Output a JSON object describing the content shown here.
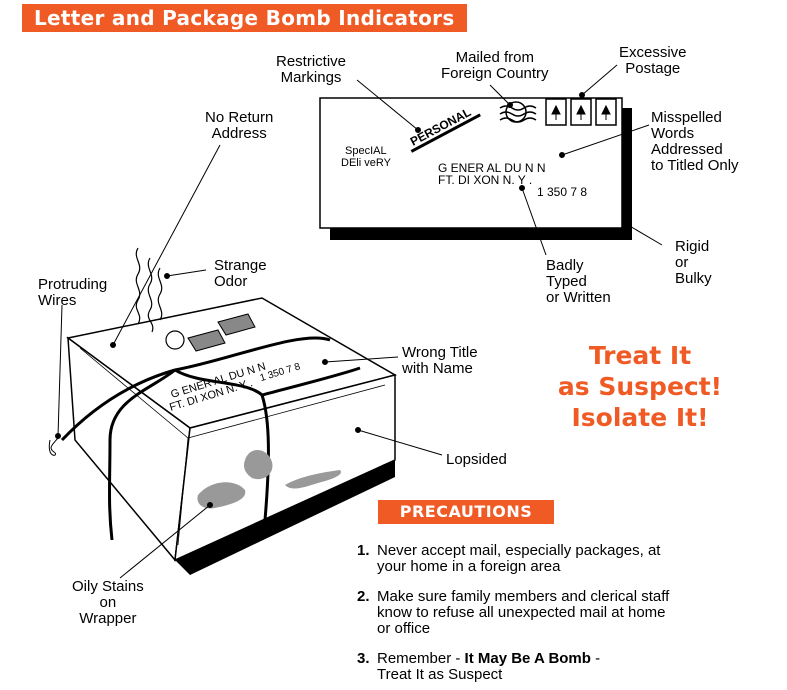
{
  "title": "Letter and Package Bomb Indicators",
  "envelope": {
    "personal": "PERSONAL",
    "special_line1": "SpecIAL",
    "special_line2": "DEli veRY",
    "addr_line1": "G ENER AL  DU N N",
    "addr_line2": "FT. DI XON N. Y .",
    "zip": "1 350 7  8"
  },
  "package": {
    "addr_line1": "G ENER AL  DU N N",
    "addr_line2": "FT. DI XON N. Y .",
    "zip": "1 350 7  8"
  },
  "labels": {
    "restrictive": [
      "Restrictive",
      "Markings"
    ],
    "foreign": [
      "Mailed from",
      "Foreign Country"
    ],
    "postage": [
      "Excessive",
      "Postage"
    ],
    "misspelled": [
      "Misspelled",
      "Words",
      "Addressed",
      "to Titled Only"
    ],
    "no_return": [
      "No Return",
      "Address"
    ],
    "strange_odor": [
      "Strange",
      "Odor"
    ],
    "protruding": [
      "Protruding",
      "Wires"
    ],
    "rigid": [
      "Rigid",
      "or",
      "Bulky"
    ],
    "badly_typed": [
      "Badly",
      "Typed",
      "or Written"
    ],
    "wrong_title": [
      "Wrong Title",
      "with Name"
    ],
    "lopsided": [
      "Lopsided"
    ],
    "oily": [
      "Oily Stains",
      "on",
      "Wrapper"
    ]
  },
  "suspect": [
    "Treat It",
    "as Suspect!",
    "Isolate It!"
  ],
  "precautions": {
    "heading": "PRECAUTIONS",
    "items": [
      {
        "num": "1.",
        "line1": "Never accept mail, especially packages, at",
        "line2": "your home in a foreign area"
      },
      {
        "num": "2.",
        "line1": "Make sure family members and clerical staff",
        "line2": "know to refuse all unexpected mail at home",
        "line3": "or office"
      },
      {
        "num": "3.",
        "line1_pre": "Remember - ",
        "line1_bold": "It  May  Be  A  Bomb",
        "line1_post": " -",
        "line2": "Treat It as Suspect"
      }
    ]
  },
  "colors": {
    "accent": "#f05a24"
  }
}
